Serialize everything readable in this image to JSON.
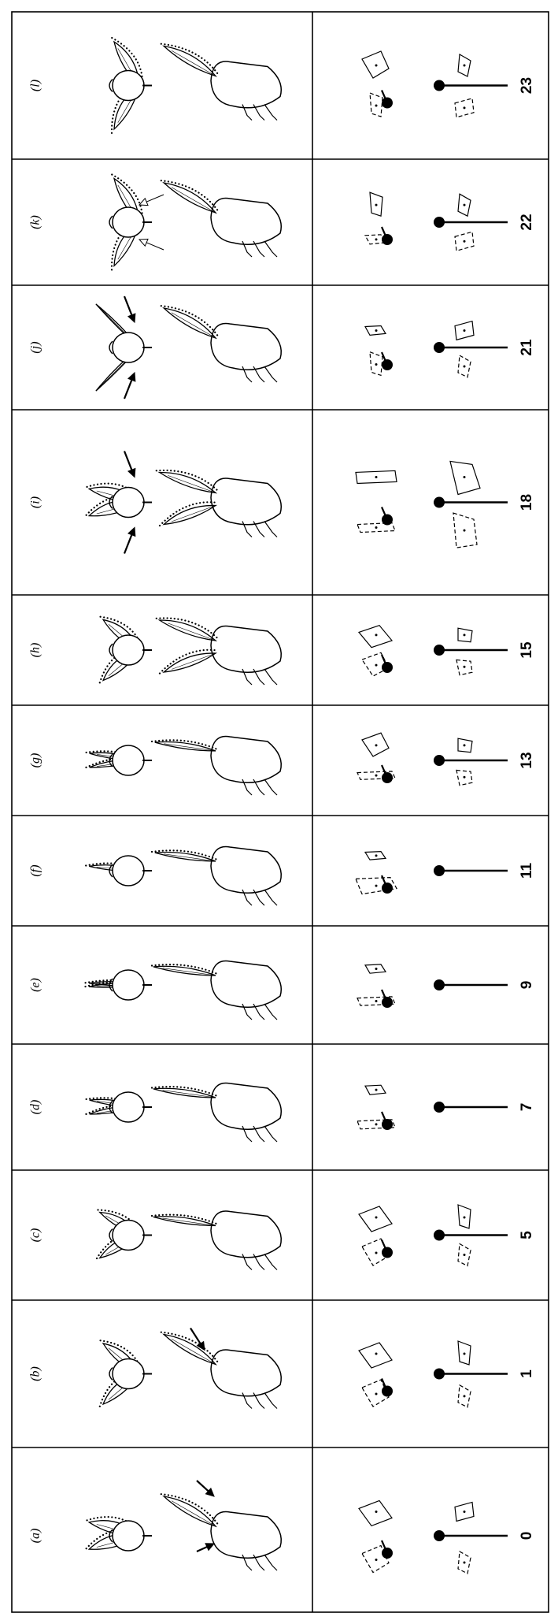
{
  "figure": {
    "panels": [
      {
        "id": "a",
        "label": "(a)",
        "value": "0",
        "dorsal": "spread",
        "lateral": "up",
        "dorsal_arrows": "none",
        "lateral_arrows": "pair",
        "shapes": [
          "A",
          "B",
          "C",
          "D"
        ]
      },
      {
        "id": "b",
        "label": "(b)",
        "value": "1",
        "dorsal": "fwd",
        "lateral": "up",
        "dorsal_arrows": "none",
        "lateral_arrows": "single",
        "shapes": [
          "A",
          "B",
          "C",
          "E"
        ]
      },
      {
        "id": "c",
        "label": "(c)",
        "value": "5",
        "dorsal": "half",
        "lateral": "back",
        "dorsal_arrows": "none",
        "lateral_arrows": "none",
        "shapes": [
          "A",
          "B",
          "C",
          "E"
        ]
      },
      {
        "id": "d",
        "label": "(d)",
        "value": "7",
        "dorsal": "folded",
        "lateral": "back",
        "dorsal_arrows": "none",
        "lateral_arrows": "none",
        "shapes": [
          "F",
          "G"
        ]
      },
      {
        "id": "e",
        "label": "(e)",
        "value": "9",
        "dorsal": "closed",
        "lateral": "back",
        "dorsal_arrows": "none",
        "lateral_arrows": "none",
        "shapes": [
          "F",
          "G"
        ]
      },
      {
        "id": "f",
        "label": "(f)",
        "value": "11",
        "dorsal": "single",
        "lateral": "back",
        "dorsal_arrows": "none",
        "lateral_arrows": "none",
        "shapes": [
          "H",
          "G"
        ]
      },
      {
        "id": "g",
        "label": "(g)",
        "value": "13",
        "dorsal": "folded",
        "lateral": "back",
        "dorsal_arrows": "none",
        "lateral_arrows": "none",
        "shapes": [
          "F",
          "A",
          "I",
          "J"
        ]
      },
      {
        "id": "h",
        "label": "(h)",
        "value": "15",
        "dorsal": "fwd",
        "lateral": "half",
        "dorsal_arrows": "none",
        "lateral_arrows": "none",
        "shapes": [
          "A",
          "B",
          "I",
          "J"
        ]
      },
      {
        "id": "i",
        "label": "(i)",
        "value": "18",
        "dorsal": "spread",
        "lateral": "half",
        "dorsal_arrows": "pair",
        "lateral_arrows": "none",
        "shapes": [
          "F",
          "K",
          "L",
          "M"
        ]
      },
      {
        "id": "j",
        "label": "(j)",
        "value": "21",
        "dorsal": "stroke",
        "lateral": "up",
        "dorsal_arrows": "pair",
        "lateral_arrows": "none",
        "shapes": [
          "E",
          "G",
          "C",
          "D"
        ]
      },
      {
        "id": "k",
        "label": "(k)",
        "value": "22",
        "dorsal": "up",
        "lateral": "up",
        "dorsal_arrows": "open",
        "lateral_arrows": "none",
        "shapes": [
          "G",
          "E",
          "D",
          "C"
        ]
      },
      {
        "id": "l",
        "label": "(l)",
        "value": "23",
        "dorsal": "up",
        "lateral": "up",
        "dorsal_arrows": "none",
        "lateral_arrows": "none",
        "shapes": [
          "E",
          "A",
          "D",
          "C"
        ]
      }
    ]
  }
}
